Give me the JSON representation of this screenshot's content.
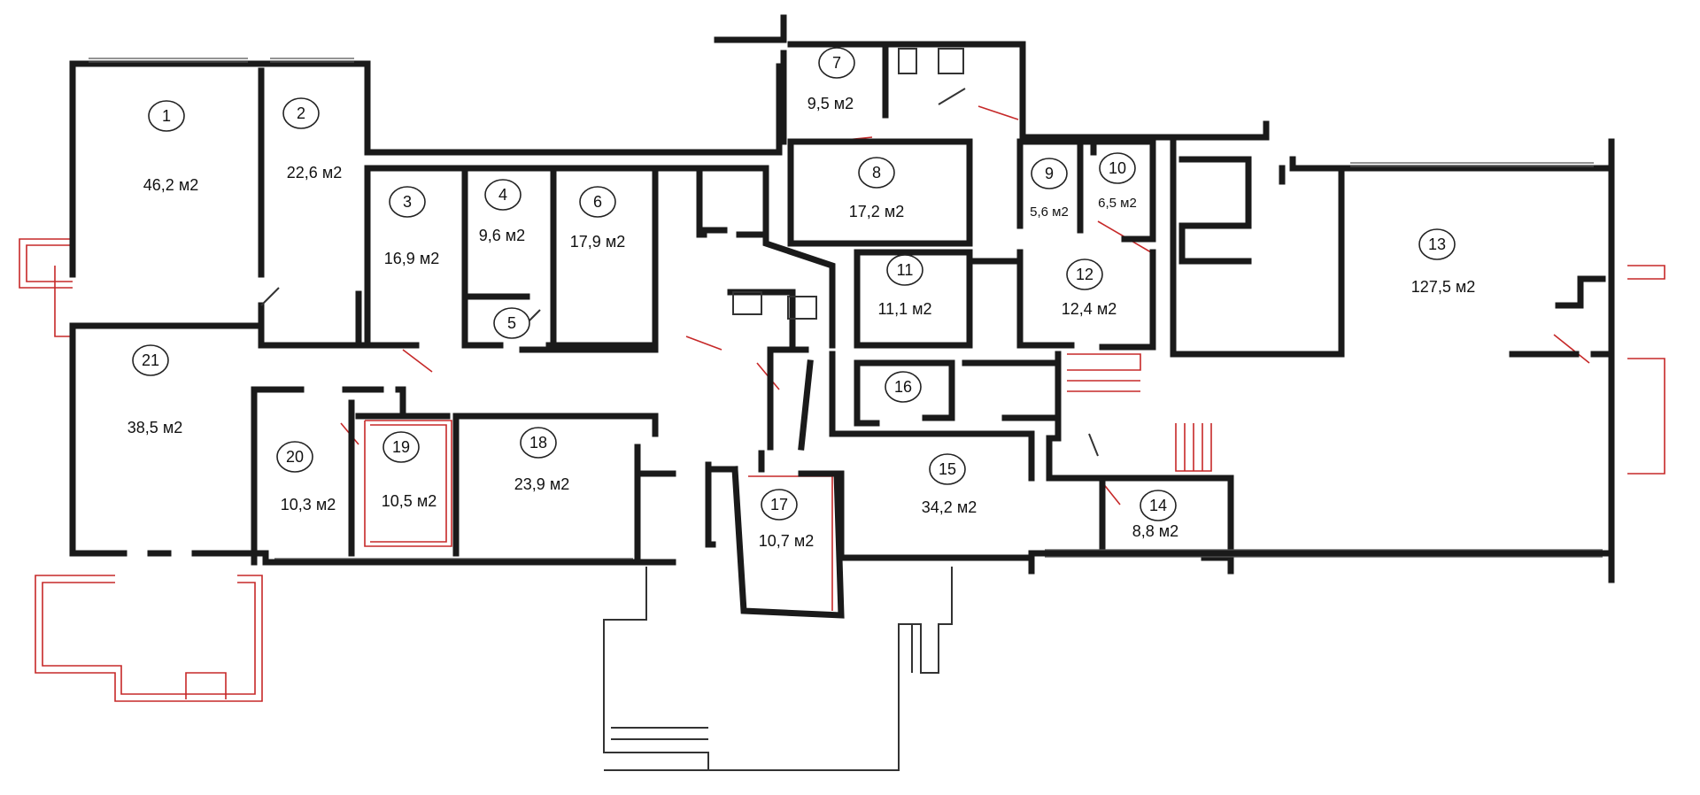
{
  "units": "м2",
  "colors": {
    "walls": "#1a1a1a",
    "additions": "#c62828",
    "background": "#ffffff"
  },
  "rooms": [
    {
      "id": "1",
      "area": "46,2 м2"
    },
    {
      "id": "2",
      "area": "22,6 м2"
    },
    {
      "id": "3",
      "area": "16,9 м2"
    },
    {
      "id": "4",
      "area": "9,6 м2"
    },
    {
      "id": "5",
      "area": ""
    },
    {
      "id": "6",
      "area": "17,9 м2"
    },
    {
      "id": "7",
      "area": "9,5 м2"
    },
    {
      "id": "8",
      "area": "17,2 м2"
    },
    {
      "id": "9",
      "area": "5,6 м2"
    },
    {
      "id": "10",
      "area": "6,5 м2"
    },
    {
      "id": "11",
      "area": "11,1 м2"
    },
    {
      "id": "12",
      "area": "12,4 м2"
    },
    {
      "id": "13",
      "area": "127,5 м2"
    },
    {
      "id": "14",
      "area": "8,8 м2"
    },
    {
      "id": "15",
      "area": "34,2 м2"
    },
    {
      "id": "16",
      "area": ""
    },
    {
      "id": "17",
      "area": "10,7 м2"
    },
    {
      "id": "18",
      "area": "23,9 м2"
    },
    {
      "id": "19",
      "area": "10,5 м2"
    },
    {
      "id": "20",
      "area": "10,3 м2"
    },
    {
      "id": "21",
      "area": "38,5 м2"
    }
  ]
}
